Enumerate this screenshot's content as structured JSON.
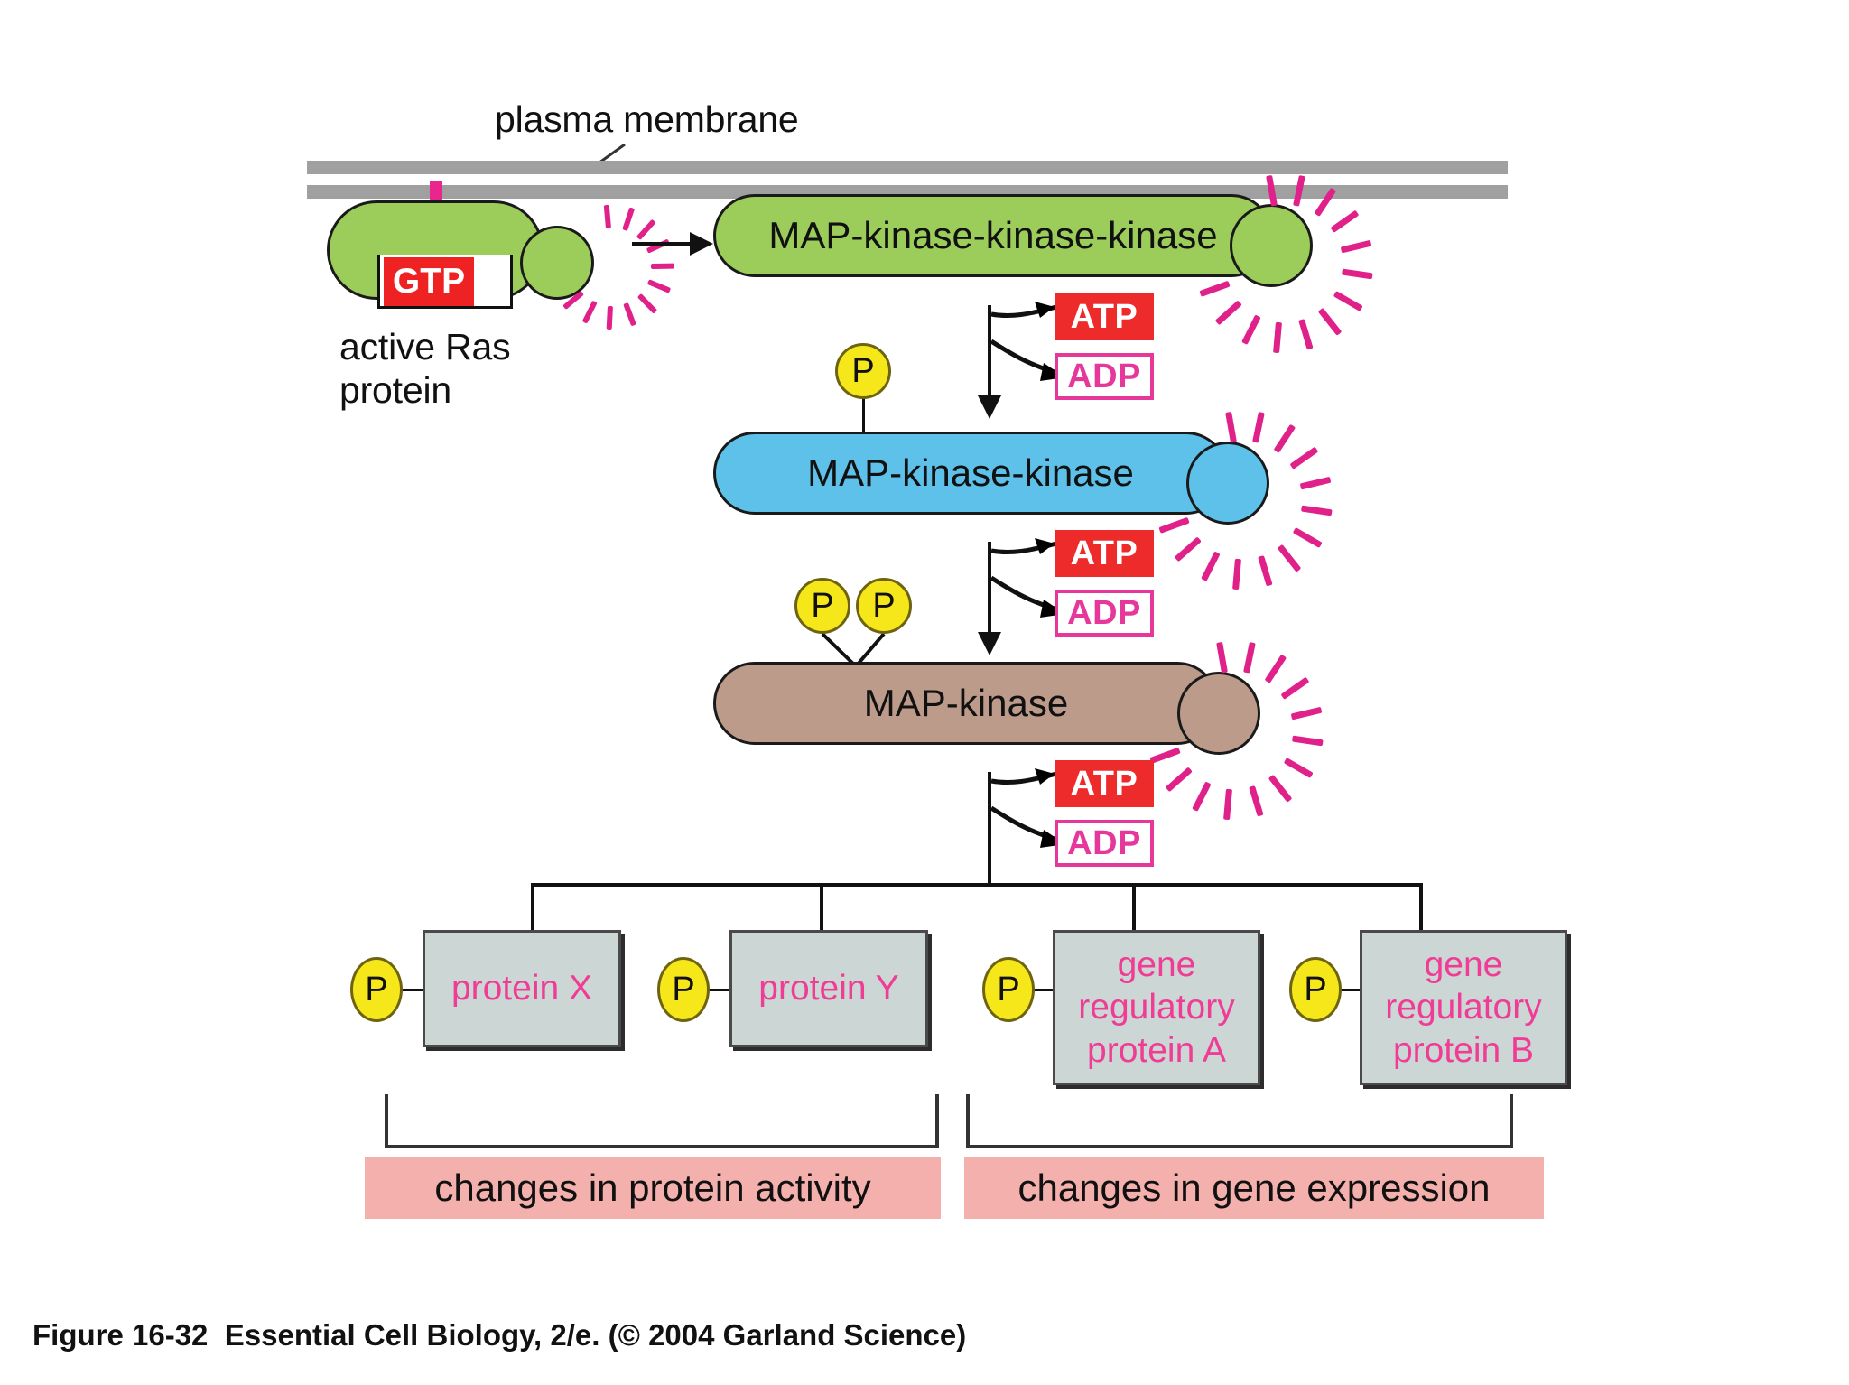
{
  "figure": {
    "caption": "Figure 16-32  Essential Cell Biology, 2/e. (© 2004 Garland Science)",
    "membrane_label": "plasma membrane",
    "ras_label": "active Ras\nprotein",
    "gtp_label": "GTP"
  },
  "colors": {
    "membrane_gray": "#a0a0a0",
    "lipid_anchor_pink": "#e8268e",
    "ras_green": "#9ccc5a",
    "mapkkk_green": "#9ccc5a",
    "mapkk_blue": "#5ec1ea",
    "mapk_brown": "#bd9b8a",
    "atp_red": "#ee2b2b",
    "adp_pink": "#e6389a",
    "phosphate_yellow": "#f5e71a",
    "target_box_gray": "#ccd6d4",
    "target_text_pink": "#ef3d96",
    "banner_pink": "#f4b0ac",
    "burst_pink": "#e0218a"
  },
  "cascade": [
    {
      "name": "MAP-kinase-kinase-kinase",
      "fill": "#9ccc5a"
    },
    {
      "name": "MAP-kinase-kinase",
      "fill": "#5ec1ea"
    },
    {
      "name": "MAP-kinase",
      "fill": "#bd9b8a"
    }
  ],
  "nucleotides": [
    {
      "atp": "ATP",
      "adp": "ADP"
    },
    {
      "atp": "ATP",
      "adp": "ADP"
    },
    {
      "atp": "ATP",
      "adp": "ADP"
    }
  ],
  "phosphates": {
    "glyph": "P",
    "on_mapkk": 1,
    "on_mapk": 2
  },
  "targets": [
    {
      "label": "protein X",
      "phosphate": "P"
    },
    {
      "label": "protein Y",
      "phosphate": "P"
    },
    {
      "label": "gene\nregulatory\nprotein A",
      "phosphate": "P"
    },
    {
      "label": "gene\nregulatory\nprotein B",
      "phosphate": "P"
    }
  ],
  "outcomes": [
    {
      "label": "changes in protein activity"
    },
    {
      "label": "changes in gene expression"
    }
  ]
}
